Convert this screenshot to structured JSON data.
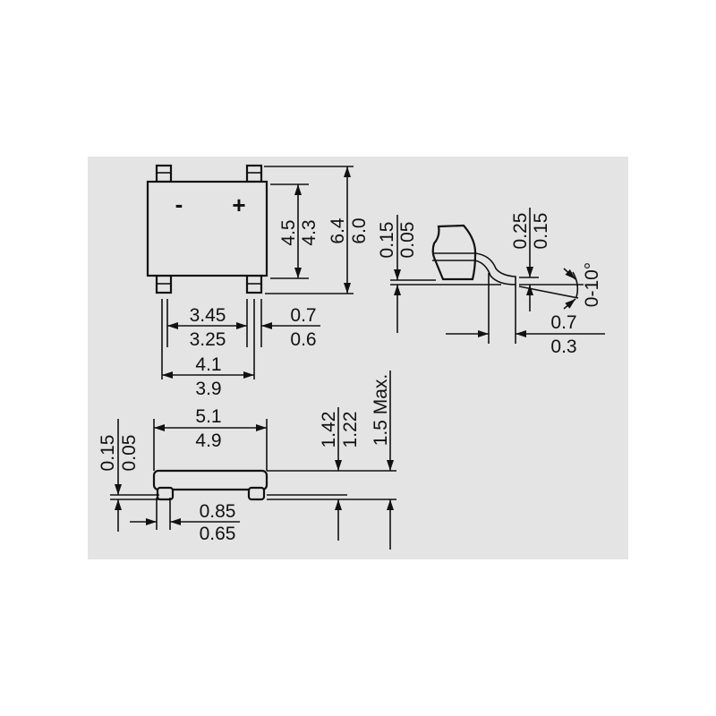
{
  "top_view": {
    "minus_symbol": "-",
    "plus_symbol": "+",
    "dim_body_height": {
      "max": "4.5",
      "min": "4.3"
    },
    "dim_overall_height": {
      "max": "6.4",
      "min": "6.0"
    },
    "dim_pin_pitch": {
      "max": "3.45",
      "min": "3.25"
    },
    "dim_pin_width": {
      "max": "0.7",
      "min": "0.6"
    },
    "dim_pin_span": {
      "max": "4.1",
      "min": "3.9"
    }
  },
  "lead_detail": {
    "dim_standoff": {
      "max": "0.15",
      "min": "0.05"
    },
    "dim_lead_thickness": {
      "max": "0.25",
      "min": "0.15"
    },
    "angle": "0-10°",
    "dim_foot_length": {
      "max": "0.7",
      "min": "0.3"
    }
  },
  "side_view": {
    "dim_body_length": {
      "max": "5.1",
      "min": "4.9"
    },
    "dim_standoff": {
      "max": "0.15",
      "min": "0.05"
    },
    "dim_foot_width": {
      "max": "0.85",
      "min": "0.65"
    },
    "dim_body_thickness": {
      "max": "1.42",
      "min": "1.22"
    },
    "dim_max_height": "1.5 Max."
  }
}
